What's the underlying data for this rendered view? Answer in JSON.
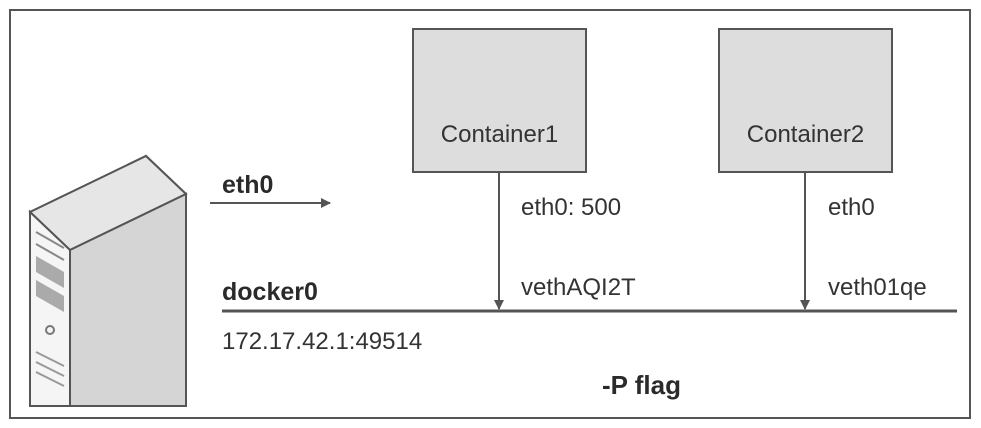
{
  "labels": {
    "eth0_host": "eth0",
    "docker0": "docker0",
    "ip_port": "172.17.42.1:49514",
    "p_flag": "-P flag",
    "c1_eth": "eth0: 500",
    "c1_veth": "vethAQI2T",
    "c2_eth": "eth0",
    "c2_veth": "veth01qe"
  },
  "containers": [
    {
      "name": "Container1"
    },
    {
      "name": "Container2"
    }
  ],
  "colors": {
    "line": "#555555",
    "box_fill": "#dddddd",
    "text": "#333333"
  },
  "icons": {
    "host": "server-tower-icon"
  }
}
